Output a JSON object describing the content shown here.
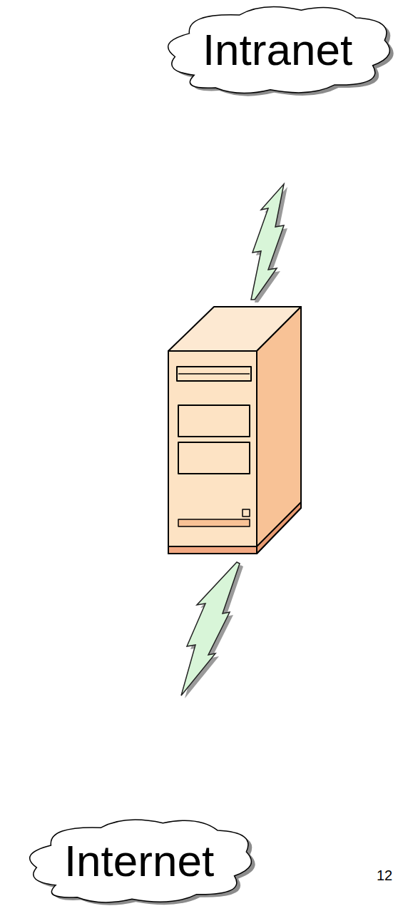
{
  "diagram": {
    "nodes": [
      {
        "text": [
          "Intranet"
        ]
      },
      {
        "text": [
          "Internet"
        ]
      }
    ],
    "labels": [
      "12"
    ]
  }
}
